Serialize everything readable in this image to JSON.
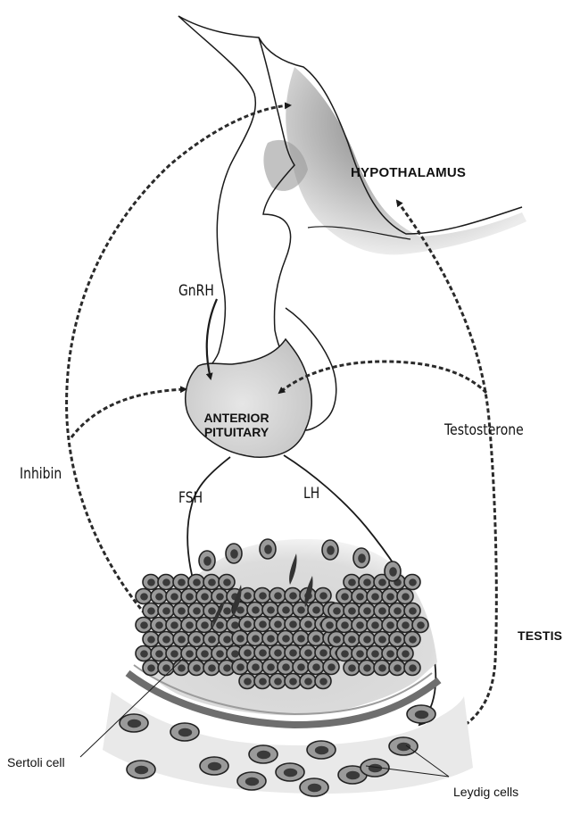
{
  "labels": {
    "hypothalamus": "HYPOTHALAMUS",
    "gnrh": "GnRH",
    "anterior": "ANTERIOR",
    "pituitary": "PITUITARY",
    "testosterone": "Testosterone",
    "inhibin": "Inhibin",
    "fsh": "FSH",
    "lh": "LH",
    "testis": "TESTIS",
    "sertoli": "Sertoli cell",
    "leydig": "Leydig cells"
  },
  "colors": {
    "line": "#1a1a1a",
    "tissue": "#bdbdbd",
    "cell_fill": "#9a9a9a",
    "nucleus": "#3a3a3a",
    "membrane": "#6e6e6e"
  }
}
